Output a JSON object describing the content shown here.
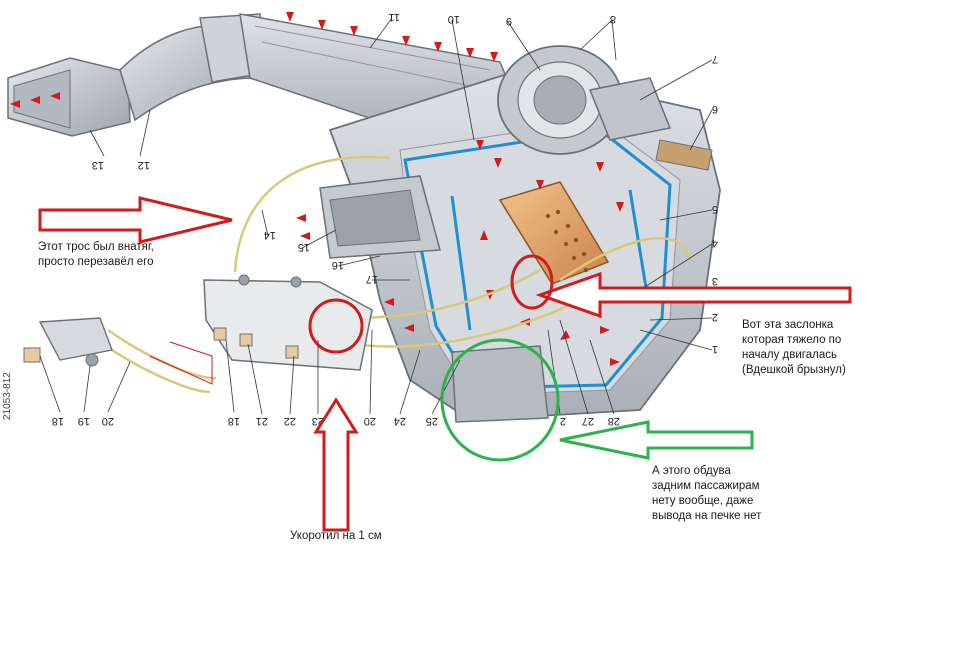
{
  "annotations": {
    "cable_note": "Этот трос был внатяг,\nпросто перезавёл его",
    "flap_note": "Вот эта заслонка\nкоторая тяжело по\nначалу двигалась\n(Вдешкой брызнул)",
    "shortened_note": "Укоротил на 1 см",
    "rear_vent_note": "А этого обдува\nзадним пассажирам\nнету вообще, даже\nвывода на печке нет"
  },
  "part_labels": [
    "1",
    "2",
    "3",
    "4",
    "5",
    "6",
    "7",
    "8",
    "9",
    "10",
    "11",
    "12",
    "13",
    "14",
    "15",
    "16",
    "17",
    "18",
    "19",
    "20",
    "21",
    "22",
    "23",
    "24",
    "25",
    "27",
    "28"
  ],
  "watermark_text": "21053-812",
  "colors": {
    "red_arrow": "#d41a1a",
    "green_arrow": "#2db34a",
    "housing": "#c8ccd2",
    "housing_dark": "#8f969e",
    "blue_seal": "#1f8fcf",
    "heater_core": "#e8a868",
    "cable": "#d9c77a"
  }
}
